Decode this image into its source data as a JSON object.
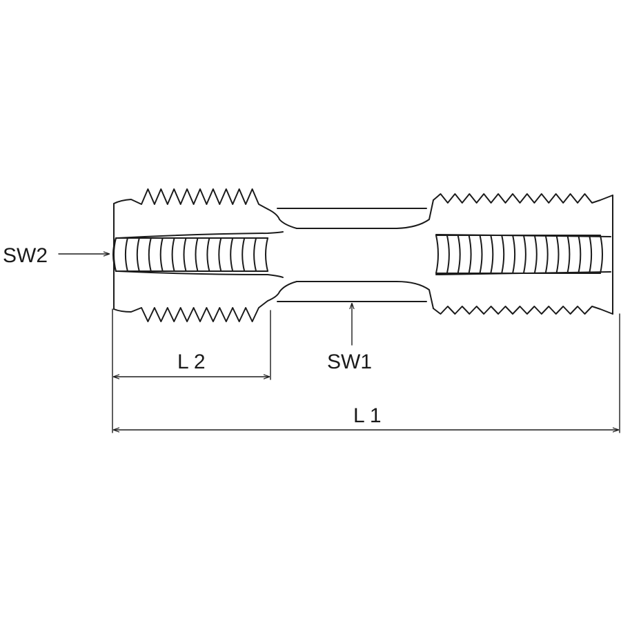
{
  "labels": {
    "sw2": "SW2",
    "sw1": "SW1",
    "l2": "L 2",
    "l1": "L 1"
  },
  "colors": {
    "line": "#1a1a1a",
    "background": "#ffffff"
  }
}
